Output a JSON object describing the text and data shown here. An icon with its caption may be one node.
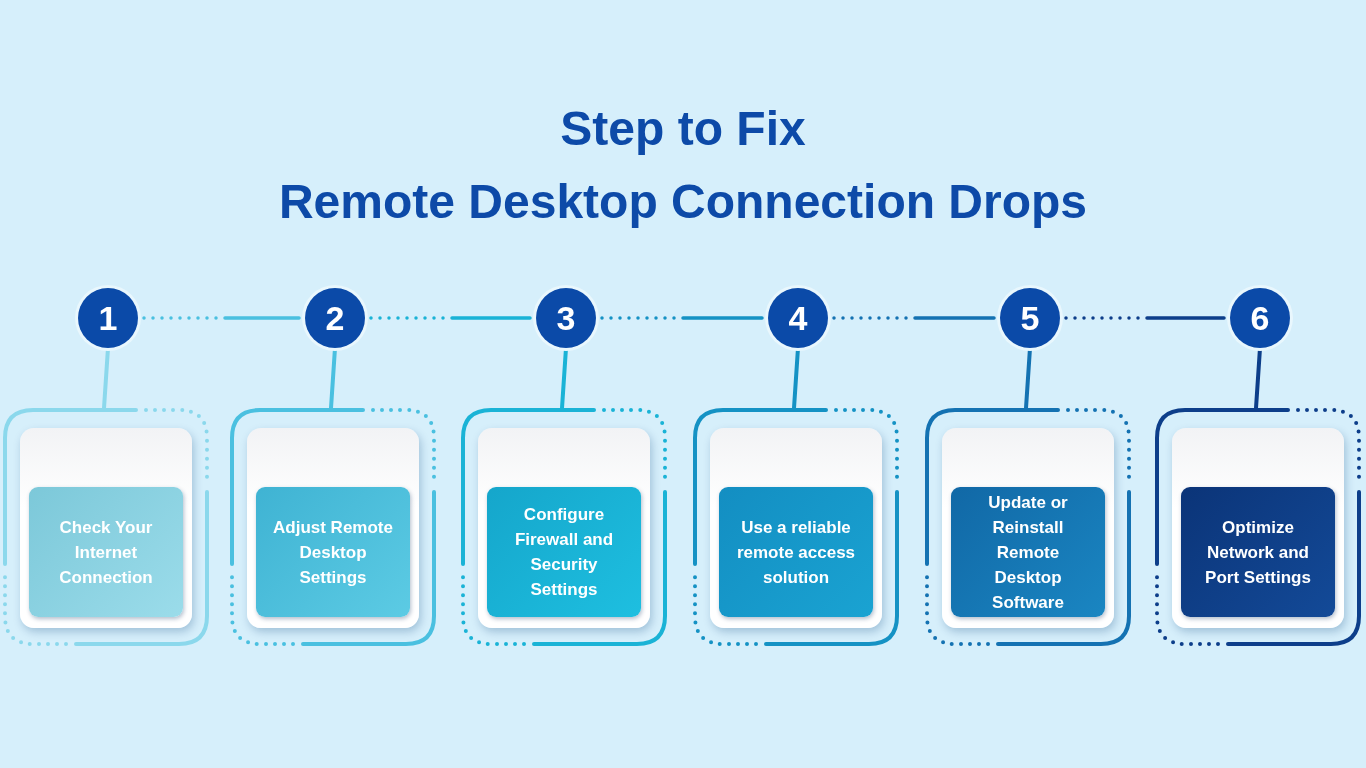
{
  "diagram": {
    "title": "Step to Fix Remote Desktop Connection Drops",
    "nodes": [
      {
        "text": [
          "1"
        ]
      },
      {
        "text": [
          "2"
        ]
      },
      {
        "text": [
          "3"
        ]
      },
      {
        "text": [
          "4"
        ]
      },
      {
        "text": [
          "5"
        ]
      },
      {
        "text": [
          "6"
        ]
      },
      {
        "text": [
          "Check Your Internet Connection"
        ]
      },
      {
        "text": [
          "Adjust Remote Desktop Settings"
        ]
      },
      {
        "text": [
          "Configure Firewall and Security Settings"
        ]
      },
      {
        "text": [
          "Use a reliable remote access solution"
        ]
      },
      {
        "text": [
          "Update or Reinstall Remote Desktop Software"
        ]
      },
      {
        "text": [
          "Optimize Network and Port Settings"
        ]
      }
    ],
    "edges": [
      {
        "from": 0,
        "to": 1,
        "arrow": "none",
        "style": "dashed",
        "color": "#4ac0e0"
      },
      {
        "from": 1,
        "to": 2,
        "arrow": "none",
        "style": "dashed",
        "color": "#1ab3d6"
      },
      {
        "from": 2,
        "to": 3,
        "arrow": "none",
        "style": "dashed",
        "color": "#1592c4"
      },
      {
        "from": 3,
        "to": 4,
        "arrow": "none",
        "style": "dashed",
        "color": "#1472b2"
      },
      {
        "from": 4,
        "to": 5,
        "arrow": "none",
        "style": "dashed",
        "color": "#0d3e8a"
      },
      {
        "from": 0,
        "to": 6,
        "arrow": "none",
        "color": "#8bd8ec"
      },
      {
        "from": 1,
        "to": 7,
        "arrow": "none",
        "color": "#4ac0e0"
      },
      {
        "from": 2,
        "to": 8,
        "arrow": "none",
        "color": "#1ab3d6"
      },
      {
        "from": 3,
        "to": 9,
        "arrow": "none",
        "color": "#1592c4"
      },
      {
        "from": 4,
        "to": 10,
        "arrow": "none",
        "color": "#1472b2"
      },
      {
        "from": 5,
        "to": 11,
        "arrow": "none",
        "color": "#0d3e8a"
      }
    ]
  }
}
